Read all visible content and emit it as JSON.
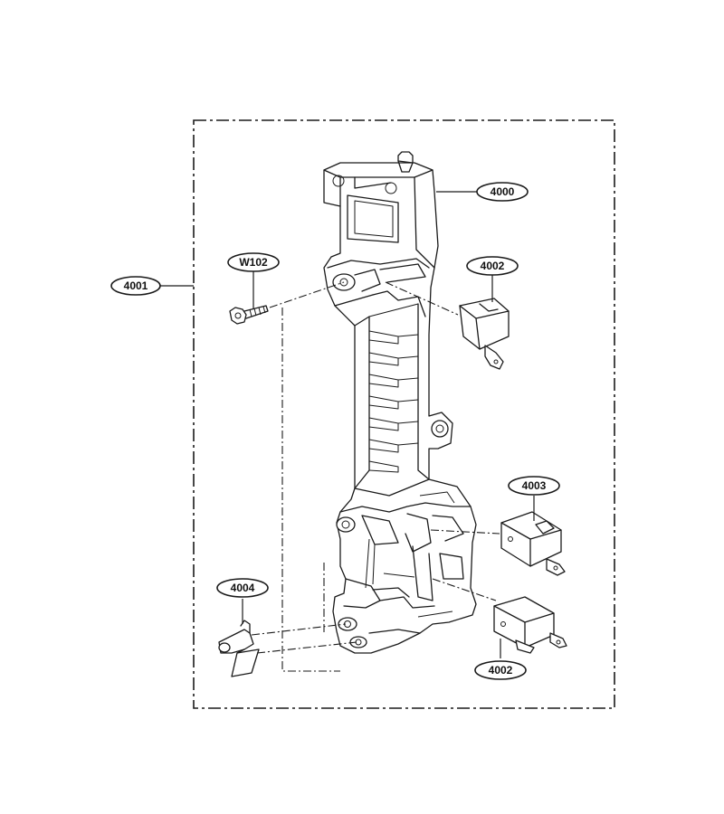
{
  "labels": {
    "assembly": "4001",
    "bracket": "4000",
    "screw": "W102",
    "switch_upper": "4002",
    "switch_middle": "4003",
    "switch_lower": "4002",
    "lever": "4004"
  },
  "colors": {
    "line": "#1a1a1a",
    "background": "#ffffff"
  }
}
